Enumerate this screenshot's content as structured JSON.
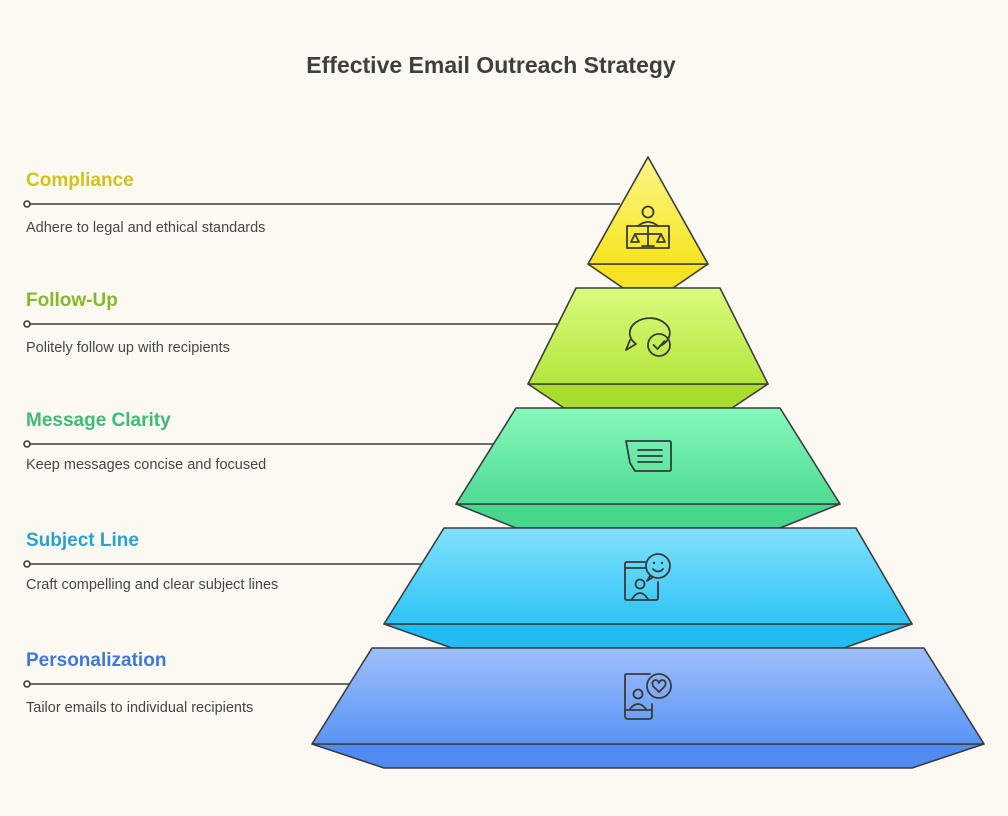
{
  "title": "Effective Email Outreach Strategy",
  "colors": {
    "background": "#fcf8f2",
    "line": "#3c3c3c",
    "title_text": "#3f3f3f",
    "desc_text": "#474747"
  },
  "levels": [
    {
      "name": "Compliance",
      "description": "Adhere to legal and ethical standards",
      "icon": "scales-of-justice-person-icon",
      "label_color": "#d2c21a",
      "fill_top": "#fdf58a",
      "fill_bottom": "#f6e51e",
      "fill_base": "#f6e324"
    },
    {
      "name": "Follow-Up",
      "description": "Politely follow up with recipients",
      "icon": "chat-bubble-check-icon",
      "label_color": "#87b82c",
      "fill_top": "#d9fb7e",
      "fill_bottom": "#b4e63c",
      "fill_base": "#a8dd30"
    },
    {
      "name": "Message Clarity",
      "description": "Keep messages concise and focused",
      "icon": "message-lines-icon",
      "label_color": "#3dbb77",
      "fill_top": "#86f8bc",
      "fill_bottom": "#4fdc95",
      "fill_base": "#46d68c"
    },
    {
      "name": "Subject Line",
      "description": "Craft compelling and clear subject lines",
      "icon": "phone-person-smiley-icon",
      "label_color": "#27a3d2",
      "fill_top": "#82e1fc",
      "fill_bottom": "#2ec3f5",
      "fill_base": "#21bdf2"
    },
    {
      "name": "Personalization",
      "description": "Tailor emails to individual recipients",
      "icon": "phone-person-heart-icon",
      "label_color": "#3f78d6",
      "fill_top": "#9fbffc",
      "fill_bottom": "#5994f4",
      "fill_base": "#4f8bf1"
    }
  ]
}
